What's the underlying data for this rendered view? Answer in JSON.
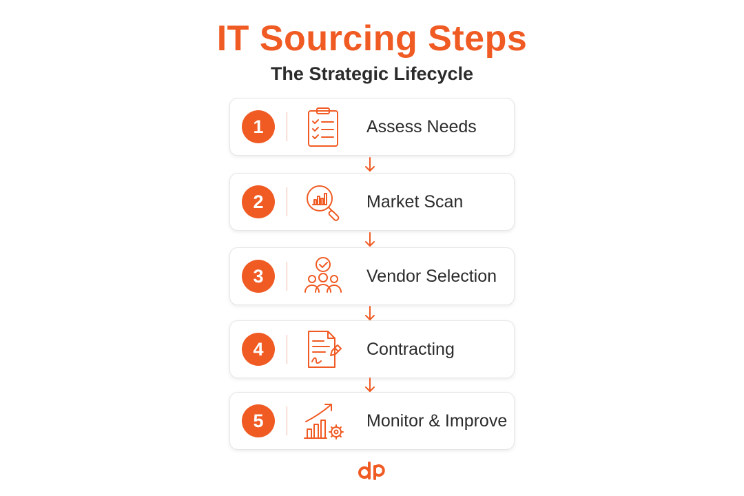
{
  "title": "IT Sourcing Steps",
  "subtitle": "The Strategic Lifecycle",
  "accent_color": "#f05a23",
  "steps": [
    {
      "number": "1",
      "label": "Assess Needs",
      "icon": "clipboard-checklist-icon"
    },
    {
      "number": "2",
      "label": "Market Scan",
      "icon": "magnifier-chart-icon"
    },
    {
      "number": "3",
      "label": "Vendor Selection",
      "icon": "team-check-icon"
    },
    {
      "number": "4",
      "label": "Contracting",
      "icon": "contract-pen-icon"
    },
    {
      "number": "5",
      "label": "Monitor & Improve",
      "icon": "growth-chart-gear-icon"
    }
  ],
  "logo": {
    "text": "dp",
    "icon": "dp-logo-icon"
  }
}
